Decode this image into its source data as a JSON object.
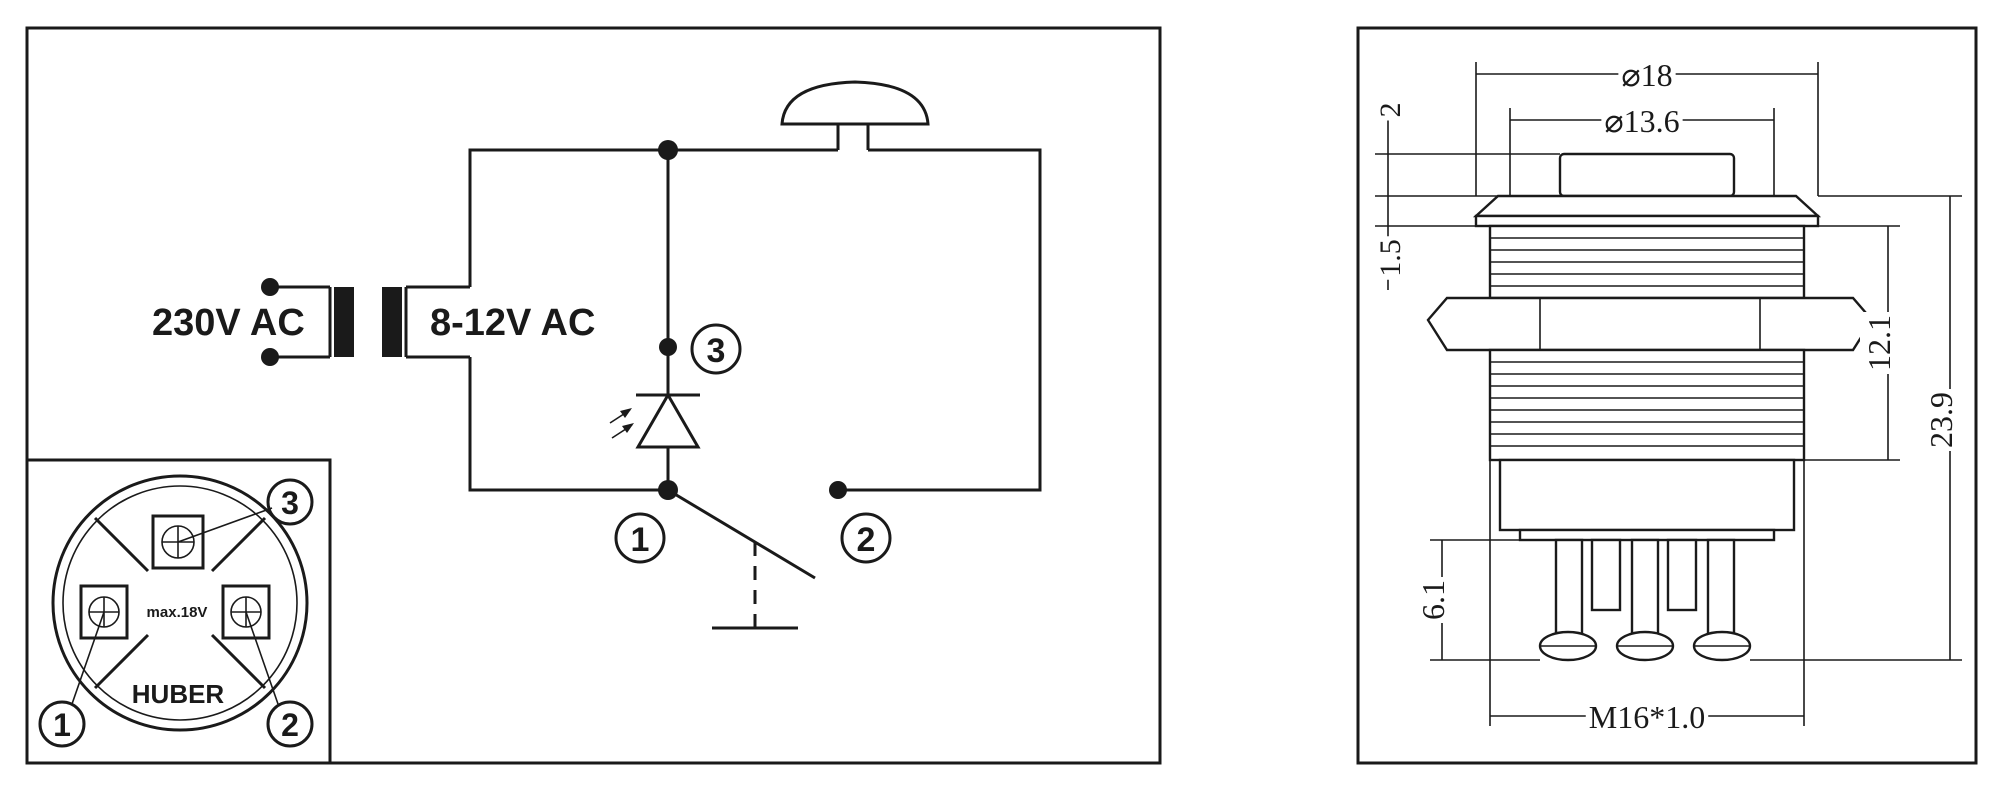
{
  "wiring": {
    "primary_label": "230V AC",
    "secondary_label": "8-12V AC",
    "terminal_1": "1",
    "terminal_2": "2",
    "terminal_3": "3"
  },
  "terminal_view": {
    "rating": "max.18V",
    "brand": "HUBER",
    "terminal_1": "1",
    "terminal_2": "2",
    "terminal_3": "3"
  },
  "dimensions": {
    "outer_diameter": "⌀18",
    "button_diameter": "⌀13.6",
    "button_height": "2",
    "flange_thickness": "1.5",
    "thread_length": "12.1",
    "total_length": "23.9",
    "terminal_length": "6.1",
    "thread_spec": "M16*1.0"
  }
}
